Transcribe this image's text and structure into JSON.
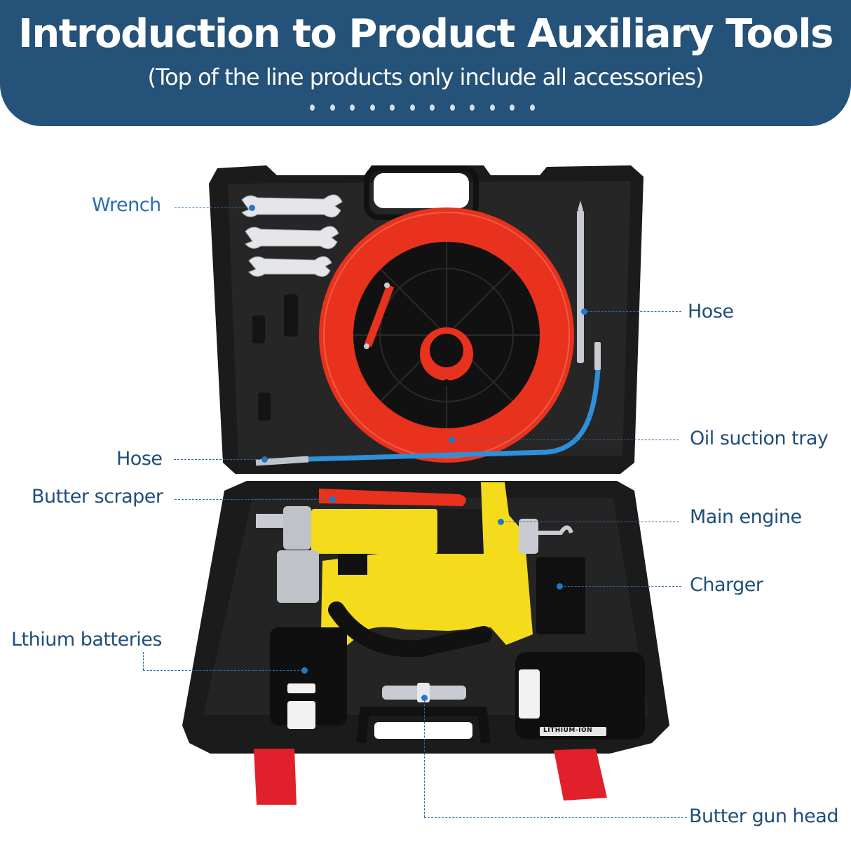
{
  "header": {
    "title": "Introduction to Product Auxiliary Tools",
    "subtitle": "(Top of the line products only include all accessories)",
    "dot_count": 12
  },
  "callouts": {
    "wrench": "Wrench",
    "hose_top_right": "Hose",
    "oil_suction_tray": "Oil suction tray",
    "hose_left": "Hose",
    "butter_scraper": "Butter scraper",
    "main_engine": "Main engine",
    "charger": "Charger",
    "lithium_batteries": "Lthium batteries",
    "butter_gun_head": "Butter gun head"
  },
  "product": {
    "battery_label": "LITHIUM-ION"
  },
  "colors": {
    "banner": "#255278",
    "label_text": "#1f4e79",
    "leader_line": "#2f6aa8",
    "case_black": "#1b1b1b",
    "tray_red": "#e8321e",
    "gun_yellow": "#f4dc1c",
    "hose_blue": "#2f8fd8",
    "latch_red": "#e0202a"
  }
}
